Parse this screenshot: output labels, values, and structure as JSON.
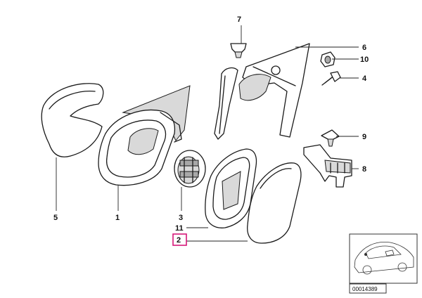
{
  "diagram": {
    "callouts": {
      "p1": "1",
      "p2": "2",
      "p3": "3",
      "p4": "4",
      "p5": "5",
      "p6": "6",
      "p7": "7",
      "p8": "8",
      "p9": "9",
      "p10": "10",
      "p11": "11"
    },
    "highlighted_callout": "2",
    "highlight_color": "#d6187a",
    "inset": {
      "document_id": "00014389"
    }
  }
}
